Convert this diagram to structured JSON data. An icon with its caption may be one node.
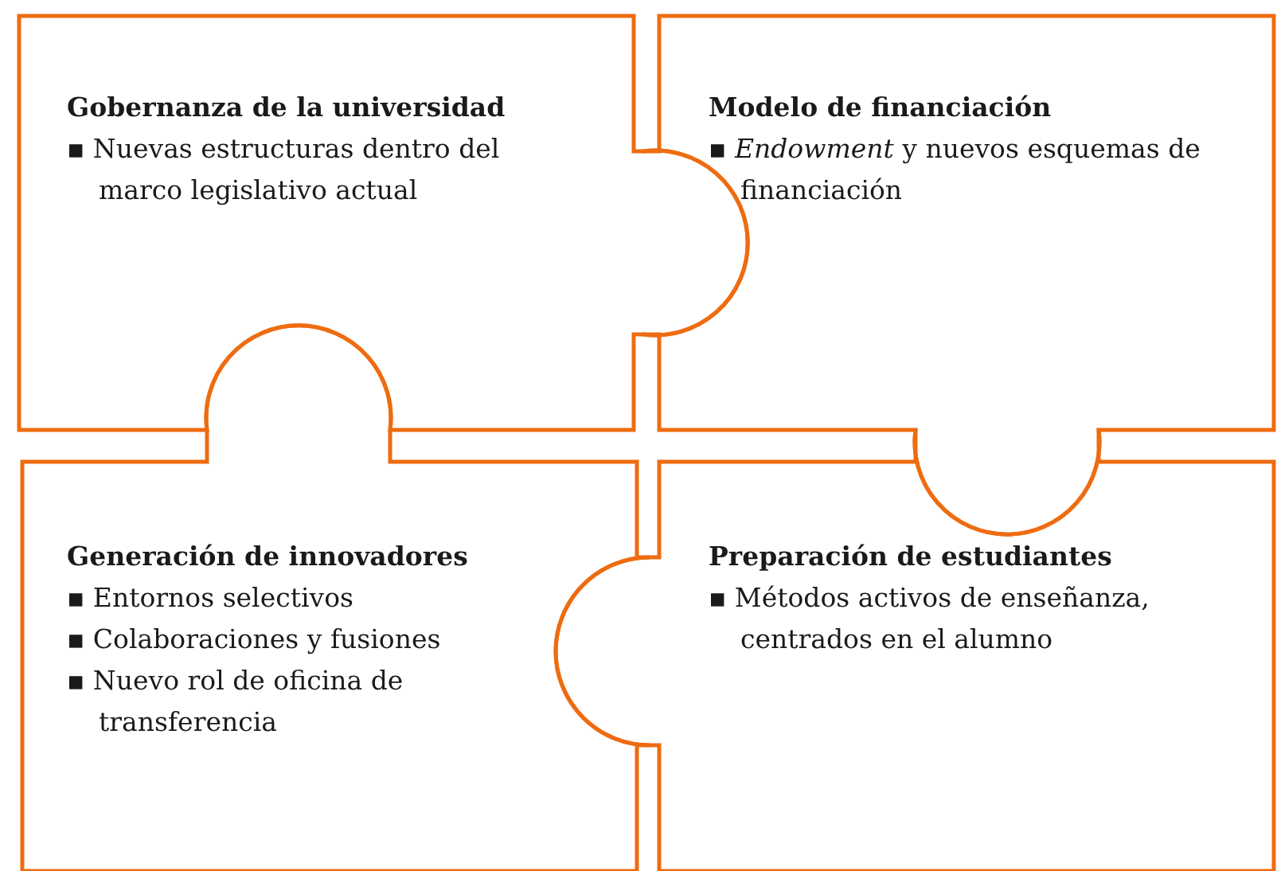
{
  "diagram": {
    "nodes": [
      {
        "text": [
          "Gobernanza de la universidad",
          "▪ Nuevas estructuras dentro del marco legislativo actual"
        ]
      },
      {
        "text": [
          "Modelo de financiación",
          "▪ *Endowment* y nuevos esquemas de financiación"
        ]
      },
      {
        "text": [
          "Generación de innovadores",
          "▪ Entornos selectivos",
          "▪ Colaboraciones y fusiones",
          "▪ Nuevo rol de oficina de transferencia"
        ]
      },
      {
        "text": [
          "Preparación de estudiantes",
          "▪ Métodos activos de enseñanza, centrados en el alumno"
        ]
      }
    ]
  }
}
